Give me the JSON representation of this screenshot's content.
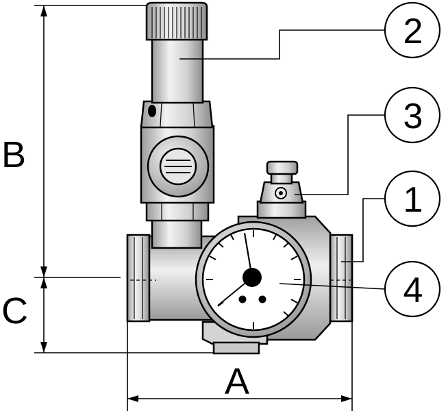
{
  "dimensions": {
    "a": "A",
    "b": "B",
    "c": "C"
  },
  "callouts": [
    {
      "number": "2"
    },
    {
      "number": "3"
    },
    {
      "number": "1"
    },
    {
      "number": "4"
    }
  ],
  "colors": {
    "metal_light": "#d9d9d9",
    "metal_dark": "#a9a9a9",
    "line": "#000000"
  }
}
